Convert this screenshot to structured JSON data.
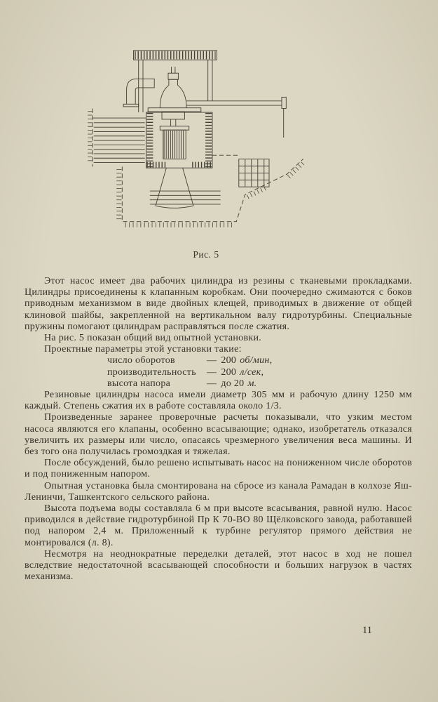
{
  "page": {
    "number": "11"
  },
  "figure": {
    "caption": "Рис. 5"
  },
  "paragraphs": [
    "Этот насос имеет два рабочих цилиндра из резины с тканевыми прокладками. Цилиндры присоединены к клапанным коробкам. Они поочередно сжимаются с боков приводным механизмом в виде двойных клещей, приводимых в движение от общей клиновой шайбы, закрепленной на вертикальном валу гидротурбины. Специальные пружины помогают цилиндрам расправляться после сжатия.",
    "На рис. 5 показан общий вид опытной установки.",
    "Проектные параметры этой установки такие:",
    "Резиновые цилиндры насоса имели диаметр 305 мм и рабочую длину 1250 мм каждый. Степень сжатия их в работе составляла около 1/3.",
    "Произведенные заранее проверочные расчеты показывали, что узким местом насоса являются его клапаны, особенно всасывающие; однако, изобретатель отказался увеличить их размеры или число, опасаясь чрезмерного увеличения веса машины. И без того она получилась громоздкая и тяжелая.",
    "После обсуждений, было решено испытывать насос на пониженном числе оборотов и под пониженным напором.",
    "Опытная установка была смонтирована на сбросе из канала Рамадан в колхозе Яш-Ленинчи, Ташкентского сельского района.",
    "Высота подъема воды составляла 6 м при высоте всасывания, равной нулю. Насос приводился в действие гидротурбиной Пр К 70-ВО 80 Щёлковского завода, работавшей под напором 2,4 м. Приложенный к турбине регулятор прямого действия не монтировался (л. 8).",
    "Несмотря на неоднократные переделки деталей, этот насос в ход не пошел вследствие недостаточной всасывающей способности и больших нагрузок в частях механизма."
  ],
  "parameters": [
    {
      "label": "число оборотов",
      "dash": "—",
      "value": "200",
      "unit": "об/мин,"
    },
    {
      "label": "производительность",
      "dash": "—",
      "value": "200",
      "unit": "л/сек,"
    },
    {
      "label": "высота напора",
      "dash": "—",
      "value": "до 20",
      "unit": "м."
    }
  ]
}
